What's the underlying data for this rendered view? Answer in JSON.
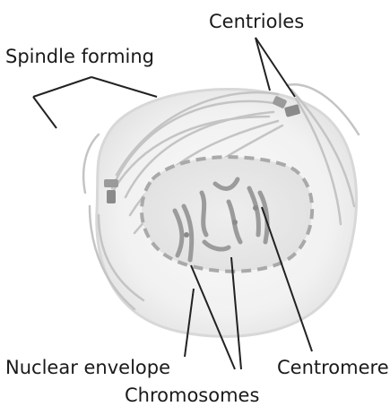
{
  "labels": {
    "spindle": "Spindle forming",
    "centrioles": "Centrioles",
    "nuclear_envelope": "Nuclear envelope",
    "centromere": "Centromere",
    "chromosomes": "Chromosomes"
  }
}
